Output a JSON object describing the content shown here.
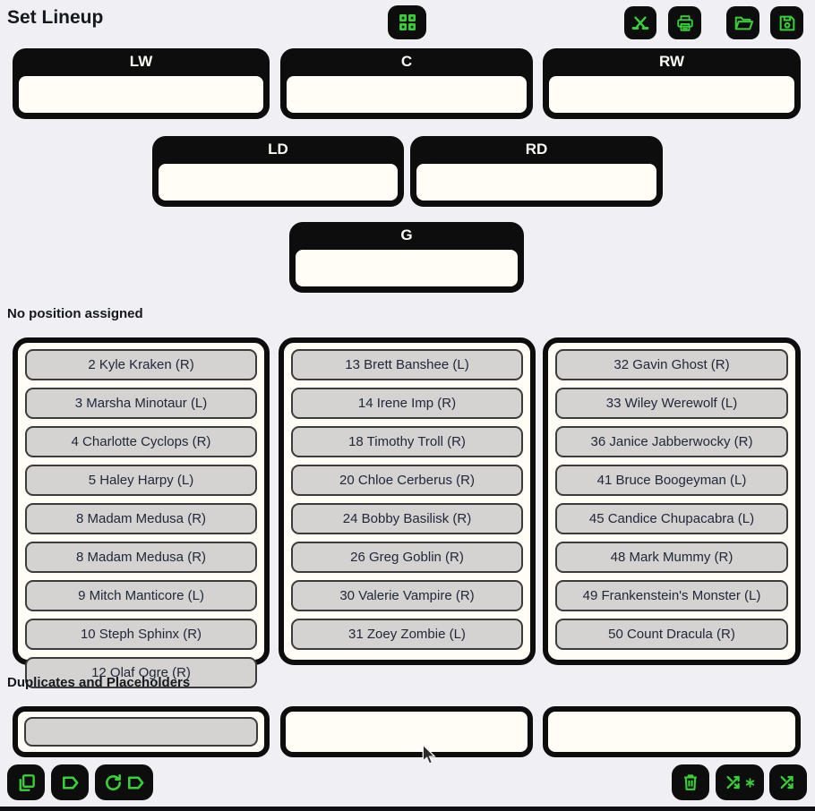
{
  "header": {
    "title": "Set Lineup"
  },
  "toolbar_top": {
    "buttons": [
      {
        "name": "view-lines",
        "icon": "lines-grid-icon"
      },
      {
        "name": "crossed-sticks",
        "icon": "hockey-sticks-icon"
      },
      {
        "name": "print",
        "icon": "printer-icon"
      },
      {
        "name": "open",
        "icon": "folder-open-icon"
      },
      {
        "name": "save",
        "icon": "save-icon"
      }
    ]
  },
  "positions": [
    {
      "label": "LW",
      "player": ""
    },
    {
      "label": "C",
      "player": ""
    },
    {
      "label": "RW",
      "player": ""
    },
    {
      "label": "LD",
      "player": ""
    },
    {
      "label": "RD",
      "player": ""
    },
    {
      "label": "G",
      "player": ""
    }
  ],
  "unassigned": {
    "label": "No position assigned",
    "columns": [
      [
        "2 Kyle Kraken (R)",
        "3 Marsha Minotaur (L)",
        "4 Charlotte Cyclops (R)",
        "5 Haley Harpy (L)",
        "8 Madam Medusa (R)",
        "8 Madam Medusa (R)",
        "9 Mitch Manticore (L)",
        "10 Steph Sphinx (R)",
        "12 Olaf Ogre (R)"
      ],
      [
        "13 Brett Banshee (L)",
        "14 Irene Imp (R)",
        "18 Timothy Troll (R)",
        "20 Chloe Cerberus (R)",
        "24 Bobby Basilisk (R)",
        "26 Greg Goblin (R)",
        "30 Valerie Vampire (R)",
        "31 Zoey Zombie (L)"
      ],
      [
        "32 Gavin Ghost (R)",
        "33 Wiley Werewolf (L)",
        "36 Janice Jabberwocky (R)",
        "41 Bruce Boogeyman (L)",
        "45 Candice Chupacabra (L)",
        "48 Mark Mummy (R)",
        "49 Frankenstein's Monster (L)",
        "50 Count Dracula (R)"
      ]
    ]
  },
  "duplicates": {
    "label": "Duplicates and Placeholders",
    "slots": [
      {
        "has_placeholder_chip": true
      },
      {
        "has_placeholder_chip": false
      },
      {
        "has_placeholder_chip": false
      }
    ]
  },
  "toolbar_bottom": {
    "buttons": [
      {
        "name": "duplicate",
        "icon": "copy-icon"
      },
      {
        "name": "add-placeholder",
        "icon": "placeholder-d-icon"
      },
      {
        "name": "refresh-placeholders",
        "icon": "refresh-placeholder-icon"
      },
      {
        "name": "delete",
        "icon": "trash-icon"
      },
      {
        "name": "shuffle-new",
        "icon": "shuffle-star-icon"
      },
      {
        "name": "shuffle",
        "icon": "shuffle-icon"
      }
    ]
  },
  "colors": {
    "accent_green": "#38d038",
    "button_black": "#0d0d0d",
    "panel_white": "#fffdf6",
    "player_gray": "#d4d3d2",
    "background": "#f0eff3"
  }
}
